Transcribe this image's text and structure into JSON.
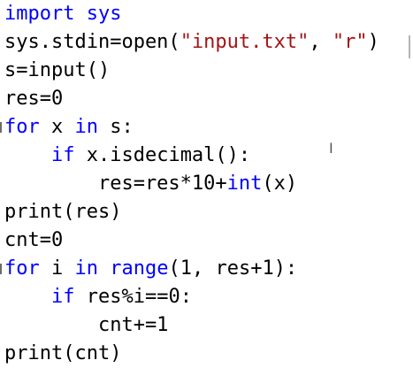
{
  "editor": {
    "lines": [
      [
        {
          "t": "import sys",
          "c": "kw"
        }
      ],
      [
        {
          "t": "sys.stdin=open(",
          "c": "tx"
        },
        {
          "t": "\"input.txt\"",
          "c": "str"
        },
        {
          "t": ", ",
          "c": "tx"
        },
        {
          "t": "\"r\"",
          "c": "str"
        },
        {
          "t": ")",
          "c": "tx"
        }
      ],
      [
        {
          "t": "s=input()",
          "c": "tx"
        }
      ],
      [
        {
          "t": "res=0",
          "c": "tx"
        }
      ],
      [
        {
          "t": "for",
          "c": "kw"
        },
        {
          "t": " x ",
          "c": "tx"
        },
        {
          "t": "in",
          "c": "kw"
        },
        {
          "t": " s:",
          "c": "tx"
        }
      ],
      [
        {
          "t": "    ",
          "c": "tx"
        },
        {
          "t": "if",
          "c": "kw"
        },
        {
          "t": " x.isdecimal():",
          "c": "tx"
        }
      ],
      [
        {
          "t": "        res=res*10+",
          "c": "tx"
        },
        {
          "t": "int",
          "c": "kw"
        },
        {
          "t": "(x)",
          "c": "tx"
        }
      ],
      [
        {
          "t": "print(res)",
          "c": "tx"
        }
      ],
      [
        {
          "t": "cnt=0",
          "c": "tx"
        }
      ],
      [
        {
          "t": "for",
          "c": "kw"
        },
        {
          "t": " i ",
          "c": "tx"
        },
        {
          "t": "in",
          "c": "kw"
        },
        {
          "t": " ",
          "c": "tx"
        },
        {
          "t": "range",
          "c": "kw"
        },
        {
          "t": "(1, res+1):",
          "c": "tx"
        }
      ],
      [
        {
          "t": "    ",
          "c": "tx"
        },
        {
          "t": "if",
          "c": "kw"
        },
        {
          "t": " res%i==0:",
          "c": "tx"
        }
      ],
      [
        {
          "t": "        cnt+=1",
          "c": "tx"
        }
      ],
      [
        {
          "t": "print(cnt)",
          "c": "tx"
        }
      ]
    ],
    "caret_glyph": "I",
    "colors": {
      "keyword": "#0000ff",
      "string": "#a31515",
      "text": "#000000",
      "background": "#ffffff"
    }
  }
}
